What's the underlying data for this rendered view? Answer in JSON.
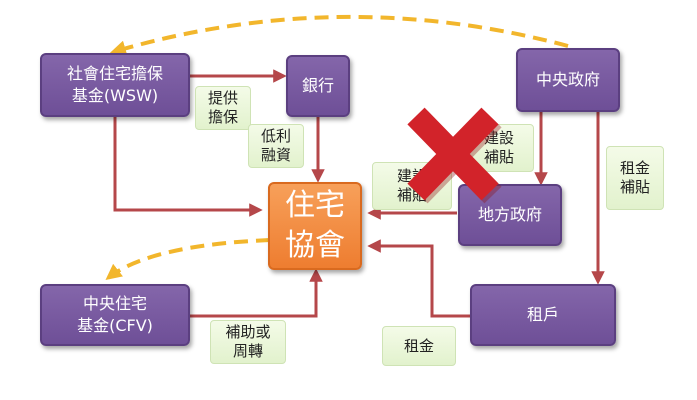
{
  "nodes": {
    "wsw": "社會住宅擔保\n基金(WSW)",
    "bank": "銀行",
    "central_gov": "中央政府",
    "housing_assoc": "住宅\n協會",
    "local_gov": "地方政府",
    "cfv": "中央住宅\n基金(CFV)",
    "tenant": "租戶"
  },
  "labels": {
    "guarantee": "提供\n擔保",
    "low_interest": "低利\n融資",
    "construction_subsidy_central": "建設\n補貼",
    "construction_subsidy_local": "建設\n補貼",
    "rent_subsidy": "租金\n補貼",
    "aid_turnover": "補助或\n周轉",
    "rent": "租金"
  },
  "colors": {
    "node_purple": "#7a5ca3",
    "node_orange": "#f08a3c",
    "arrow_red": "#b5474a",
    "dashed_yellow": "#f2b62c",
    "cross_red": "#d2232a",
    "label_green": "#e8f5d8"
  }
}
